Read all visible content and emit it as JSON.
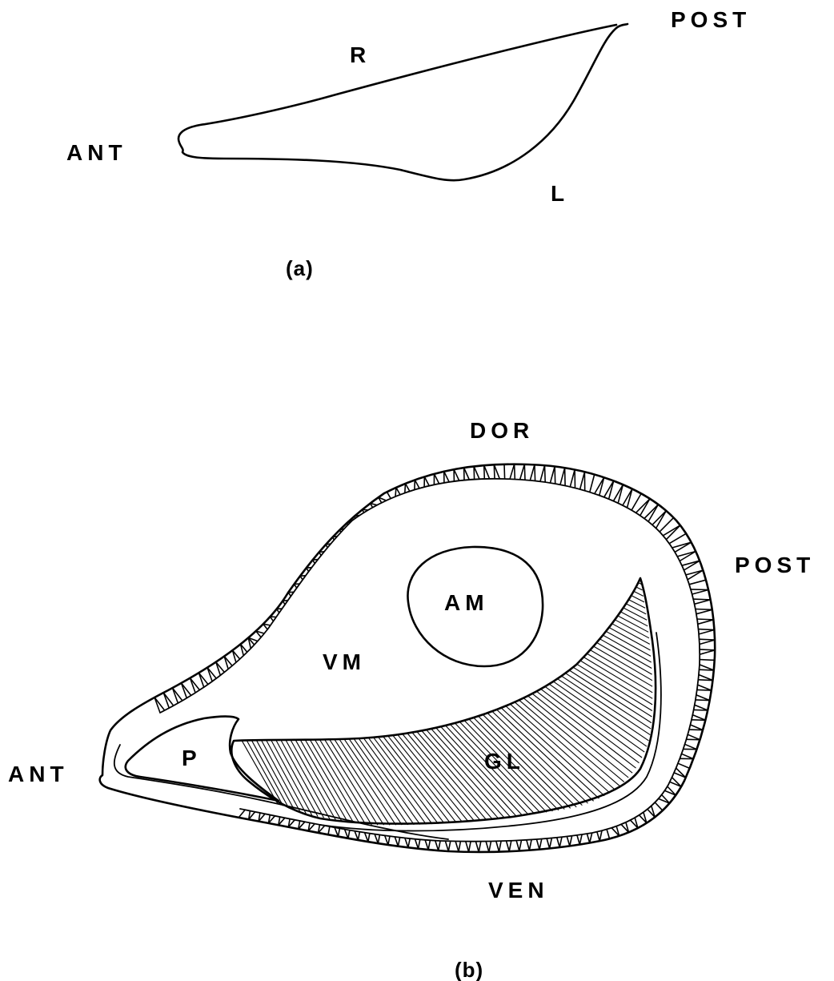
{
  "panel_a": {
    "caption": "(a)",
    "labels": {
      "anterior": "ANT",
      "posterior": "POST",
      "right": "R",
      "left": "L"
    }
  },
  "panel_b": {
    "caption": "(b)",
    "labels": {
      "dorsal": "DOR",
      "posterior": "POST",
      "anterior": "ANT",
      "ventral": "VEN",
      "adductor_muscle": "AM",
      "visceral_mass": "VM",
      "palps": "P",
      "gills": "GL"
    }
  },
  "colors": {
    "ink": "#000000",
    "paper": "#ffffff"
  }
}
